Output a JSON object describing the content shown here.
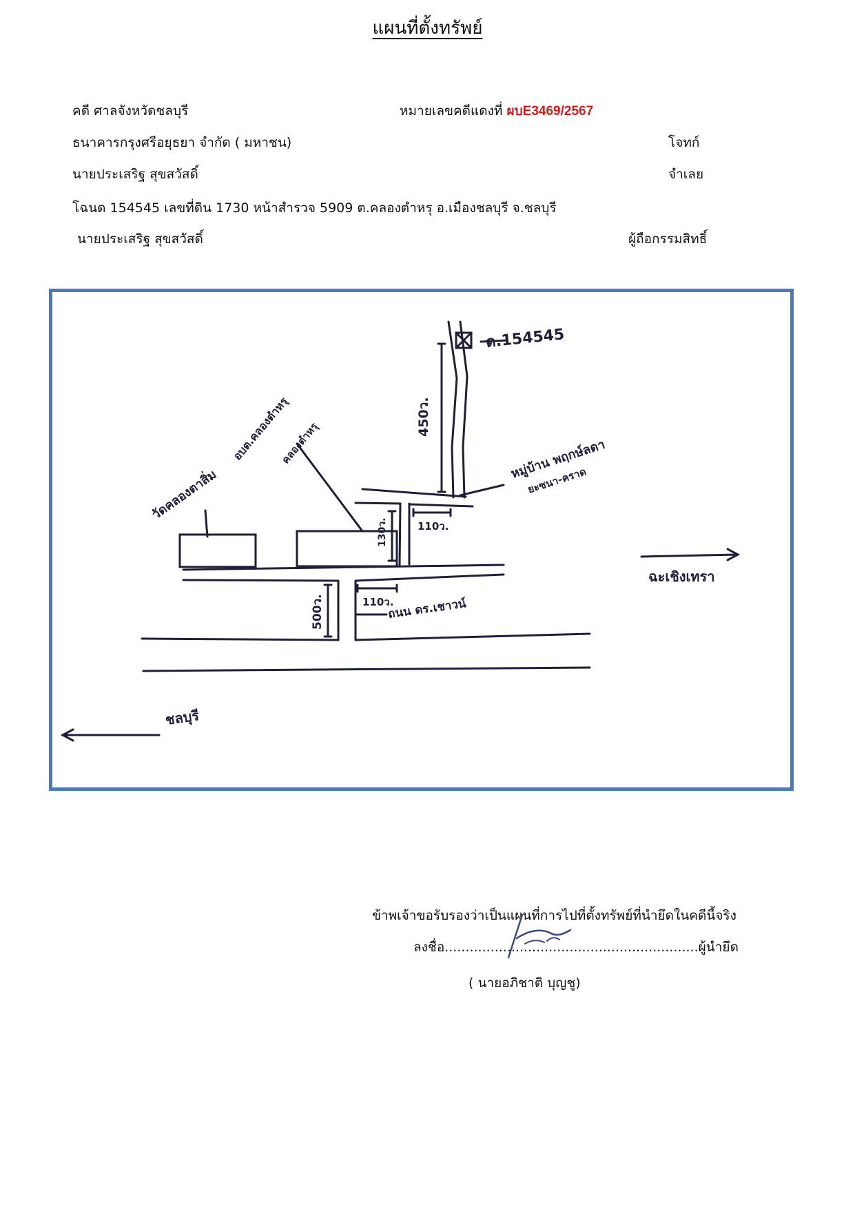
{
  "title": "แผนที่ตั้งทรัพย์",
  "header": {
    "court_label": "คดี ศาลจังหวัดชลบุรี",
    "case_number_label": "หมายเลขคดีแดงที่",
    "case_number": "ผบE3469/2567",
    "plaintiff_name": "ธนาคารกรุงศรีอยุธยา จำกัด ( มหาชน)",
    "plaintiff_role": "โจทก์",
    "defendant_name": "นายประเสริฐ   สุขสวัสดิ์",
    "defendant_role": "จำเลย",
    "deed_line": "โฉนด 154545  เลขที่ดิน 1730 หน้าสำรวจ 5909 ต.คลองตำหรุ   อ.เมืองชลบุรี  จ.ชลบุรี",
    "owner_name": "นายประเสริฐ   สุขสวัสดิ์",
    "owner_role": "ผู้ถือกรรมสิทธิ์"
  },
  "map": {
    "deed_marker": "ด.154545",
    "dist_450": "450ว.",
    "village": "หมู่บ้าน พฤกษ์ลดา",
    "village_sub": "ยะซนา-คราด",
    "wat": "วัดคลองตาสิ่ม",
    "office_line1": "อบต.คลองตำหรุ",
    "office_line2": "คลองตำหรุ",
    "dist_130": "130ว.",
    "dist_110_top": "110ว.",
    "dist_110_bottom": "110ว.",
    "dist_500": "500ว.",
    "road_name": "ถนน ดร.เชาวน์",
    "to_right": "ฉะเชิงเทรา",
    "to_left": "ชลบุรี"
  },
  "certification": {
    "statement": "ข้าพเจ้าขอรับรองว่าเป็นแผนที่การไปที่ตั้งทรัพย์ที่นำยึดในคดีนี้จริง",
    "sign_line": "ลงชื่อ.............................................................ผู้นำยึด",
    "name": "(  นายอภิชาติ  บุญชู)"
  }
}
